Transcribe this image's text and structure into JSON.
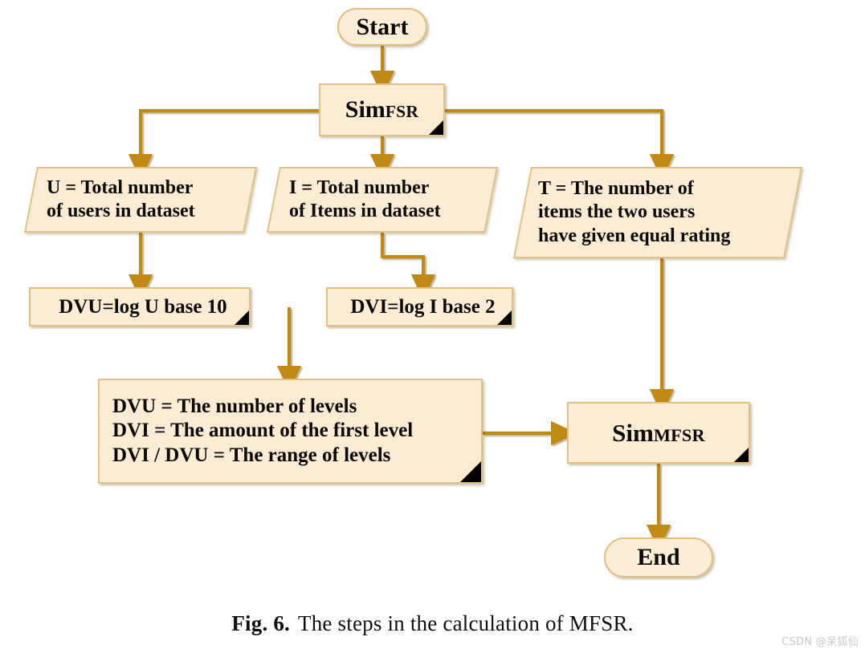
{
  "figure": {
    "caption_label": "Fig. 6.",
    "caption_text": "The steps in the calculation of MFSR.",
    "watermark": "CSDN @呆狐仙"
  },
  "palette": {
    "node_fill": "#fbecd3",
    "node_border": "#e3c185",
    "connector": "#c18a12",
    "text": "#0b0905",
    "corner_flag": "#000000",
    "background": "#ffffff",
    "watermark": "#c9c9c9"
  },
  "nodes": {
    "start": {
      "label": "Start",
      "shape": "terminator"
    },
    "simfsr": {
      "label_main": "Sim",
      "label_sub": "FSR",
      "shape": "process"
    },
    "users": {
      "line1": "U = Total number",
      "line2": "of users in dataset",
      "shape": "data"
    },
    "items": {
      "line1": "I = Total number",
      "line2": "of Items in dataset",
      "shape": "data"
    },
    "equalrating": {
      "line1": "T = The number of",
      "line2": "items the two users",
      "line3": "have given equal rating",
      "shape": "data"
    },
    "dvu": {
      "label": "DVU=log U base 10",
      "shape": "process"
    },
    "dvi": {
      "label": "DVI=log I base 2",
      "shape": "process"
    },
    "levels": {
      "line1": "DVU = The number of levels",
      "line2": "DVI = The amount of the first level",
      "line3": "DVI / DVU = The range of levels",
      "shape": "process"
    },
    "simmfsr": {
      "label_main": "Sim",
      "label_sub": "MFSR",
      "shape": "process"
    },
    "end": {
      "label": "End",
      "shape": "terminator"
    }
  },
  "edges": [
    {
      "from": "start",
      "to": "simfsr",
      "kind": "straight-down"
    },
    {
      "from": "simfsr",
      "to": "users",
      "kind": "elbow-left-down"
    },
    {
      "from": "simfsr",
      "to": "items",
      "kind": "straight-down"
    },
    {
      "from": "simfsr",
      "to": "equalrating",
      "kind": "elbow-right-down"
    },
    {
      "from": "users",
      "to": "dvu",
      "kind": "straight-down"
    },
    {
      "from": "items",
      "to": "dvi",
      "kind": "elbow-down-right-down"
    },
    {
      "from": "dvu",
      "to": "levels",
      "kind": "join-down"
    },
    {
      "from": "dvi",
      "to": "levels",
      "kind": "join-down"
    },
    {
      "from": "levels",
      "to": "simmfsr",
      "kind": "straight-right"
    },
    {
      "from": "equalrating",
      "to": "simmfsr",
      "kind": "straight-down"
    },
    {
      "from": "simmfsr",
      "to": "end",
      "kind": "straight-down"
    }
  ]
}
